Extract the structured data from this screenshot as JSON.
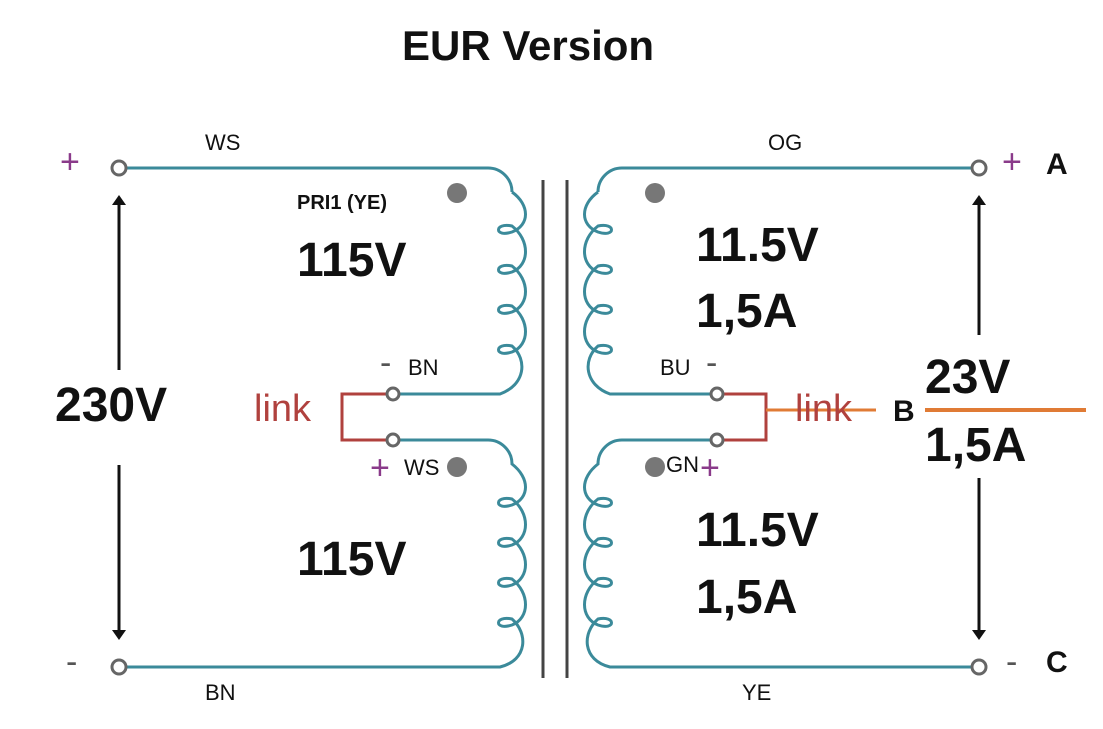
{
  "title": "EUR Version",
  "colors": {
    "wire": "#3b8a9a",
    "arrow": "#111111",
    "link": "#b0413e",
    "tap": "#e07b35",
    "core": "#444444",
    "dot": "#666666"
  },
  "primary": {
    "top_wire_label": "WS",
    "bottom_wire_label": "BN",
    "winding1_name": "PRI1 (YE)",
    "winding1_voltage": "115V",
    "winding2_voltage": "115V",
    "tap_minus_label": "BN",
    "tap_plus_label": "WS",
    "link_label": "link",
    "total_voltage": "230V",
    "plus_sign": "+",
    "minus_sign": "-"
  },
  "secondary": {
    "top_wire_label": "OG",
    "bottom_wire_label": "YE",
    "winding1_voltage": "11.5V",
    "winding1_current": "1,5A",
    "winding2_voltage": "11.5V",
    "winding2_current": "1,5A",
    "tap_minus_label": "BU",
    "tap_plus_label": "GN",
    "link_label": "link",
    "total_voltage": "23V",
    "total_current": "1,5A",
    "terminal_a": "A",
    "terminal_b": "B",
    "terminal_c": "C",
    "plus_sign": "+",
    "minus_sign": "-"
  }
}
